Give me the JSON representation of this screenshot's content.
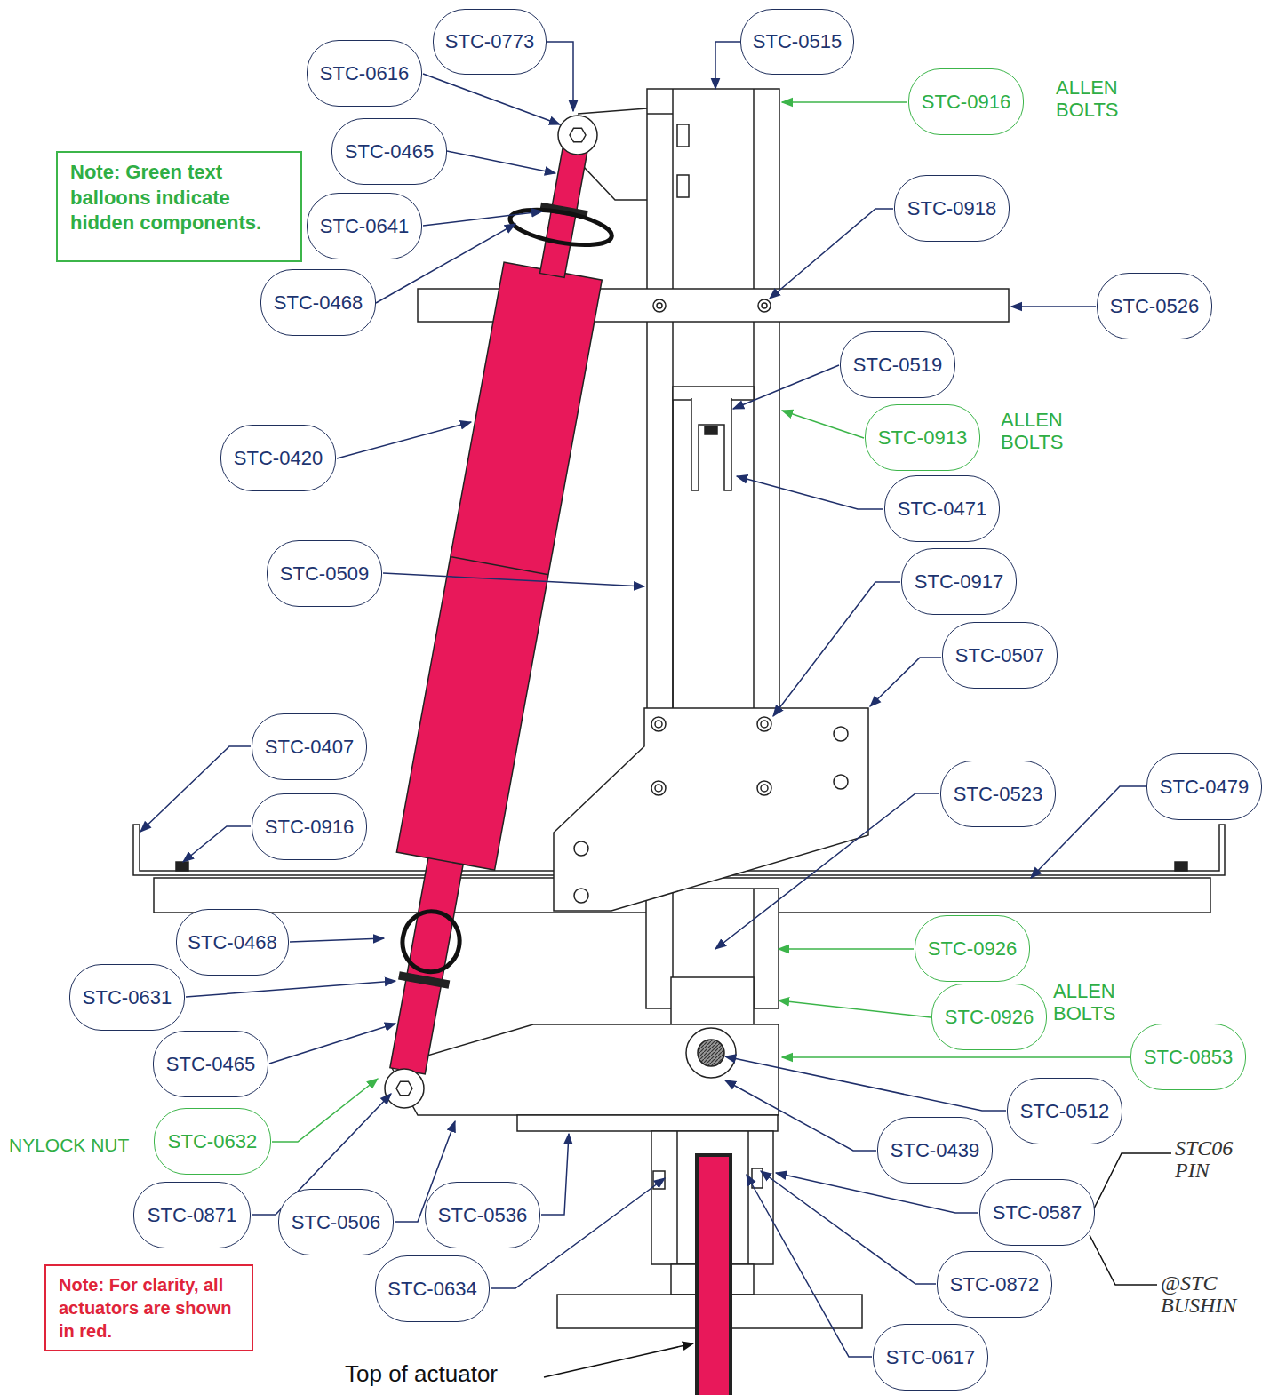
{
  "diagram": {
    "nodes": [
      {
        "text": [
          "STC-0773"
        ]
      },
      {
        "text": [
          "STC-0515"
        ]
      },
      {
        "text": [
          "STC-0616"
        ]
      },
      {
        "text": [
          "STC-0916"
        ]
      },
      {
        "text": [
          "STC-0465"
        ]
      },
      {
        "text": [
          "Note: Green text balloons indicate hidden components."
        ]
      },
      {
        "text": [
          "STC-0641"
        ]
      },
      {
        "text": [
          "STC-0918"
        ]
      },
      {
        "text": [
          "STC-0468"
        ]
      },
      {
        "text": [
          "STC-0526"
        ]
      },
      {
        "text": [
          "STC-0519"
        ]
      },
      {
        "text": [
          "STC-0913"
        ]
      },
      {
        "text": [
          "STC-0420"
        ]
      },
      {
        "text": [
          "STC-0471"
        ]
      },
      {
        "text": [
          "STC-0509"
        ]
      },
      {
        "text": [
          "STC-0917"
        ]
      },
      {
        "text": [
          "STC-0507"
        ]
      },
      {
        "text": [
          "STC-0407"
        ]
      },
      {
        "text": [
          "STC-0523"
        ]
      },
      {
        "text": [
          "STC-0479"
        ]
      },
      {
        "text": [
          "STC-0916"
        ]
      },
      {
        "text": [
          "STC-0468"
        ]
      },
      {
        "text": [
          "STC-0926"
        ]
      },
      {
        "text": [
          "STC-0631"
        ]
      },
      {
        "text": [
          "STC-0926"
        ]
      },
      {
        "text": [
          "STC-0853"
        ]
      },
      {
        "text": [
          "STC-0465"
        ]
      },
      {
        "text": [
          "STC-0512"
        ]
      },
      {
        "text": [
          "STC-0632"
        ]
      },
      {
        "text": [
          "STC-0439"
        ]
      },
      {
        "text": [
          "STC-0587"
        ]
      },
      {
        "text": [
          "STC-0871"
        ]
      },
      {
        "text": [
          "STC-0506"
        ]
      },
      {
        "text": [
          "STC-0536"
        ]
      },
      {
        "text": [
          "STC-0872"
        ]
      },
      {
        "text": [
          "STC-0634"
        ]
      },
      {
        "text": [
          "Note: For clarity, all actuators are shown in red."
        ]
      },
      {
        "text": [
          "STC-0617"
        ]
      }
    ],
    "labels": [
      "ALLEN BOLTS",
      "ALLEN BOLTS",
      "ALLEN BOLTS",
      "NYLOCK NUT",
      "STC06 PIN",
      "@STC BUSHIN",
      "Top of actuator"
    ]
  }
}
